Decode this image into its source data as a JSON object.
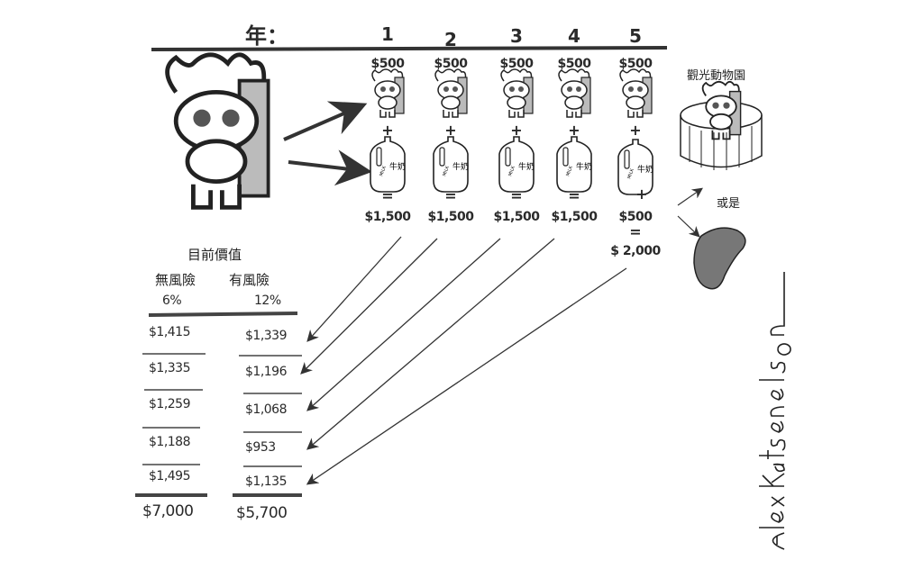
{
  "header": {
    "year_label": "年：",
    "years": [
      "1",
      "2",
      "3",
      "4",
      "5"
    ]
  },
  "flows": {
    "income": [
      "$500",
      "$500",
      "$500",
      "$500",
      "$500"
    ],
    "plus": "+",
    "equals": "=",
    "milk_label": "牛奶",
    "milk_brand": "MILK",
    "totals": [
      "$1,500",
      "$1,500",
      "$1,500",
      "$1,500"
    ],
    "year5_extra": "$500",
    "year5_total": "$ 2,000"
  },
  "outcomes": {
    "zoo": "觀光動物園",
    "or": "或是"
  },
  "table": {
    "title": "目前價值",
    "columns": [
      {
        "header": "無風險",
        "rate": "6%",
        "values": [
          "$1,415",
          "$1,335",
          "$1,259",
          "$1,188",
          "$1,495"
        ],
        "total": "$7,000"
      },
      {
        "header": "有風險",
        "rate": "12%",
        "values": [
          "$1,339",
          "$1,196",
          "$1,068",
          "$953",
          "$1,135"
        ],
        "total": "$5,700"
      }
    ]
  },
  "signature": "Alex Katsenelson"
}
